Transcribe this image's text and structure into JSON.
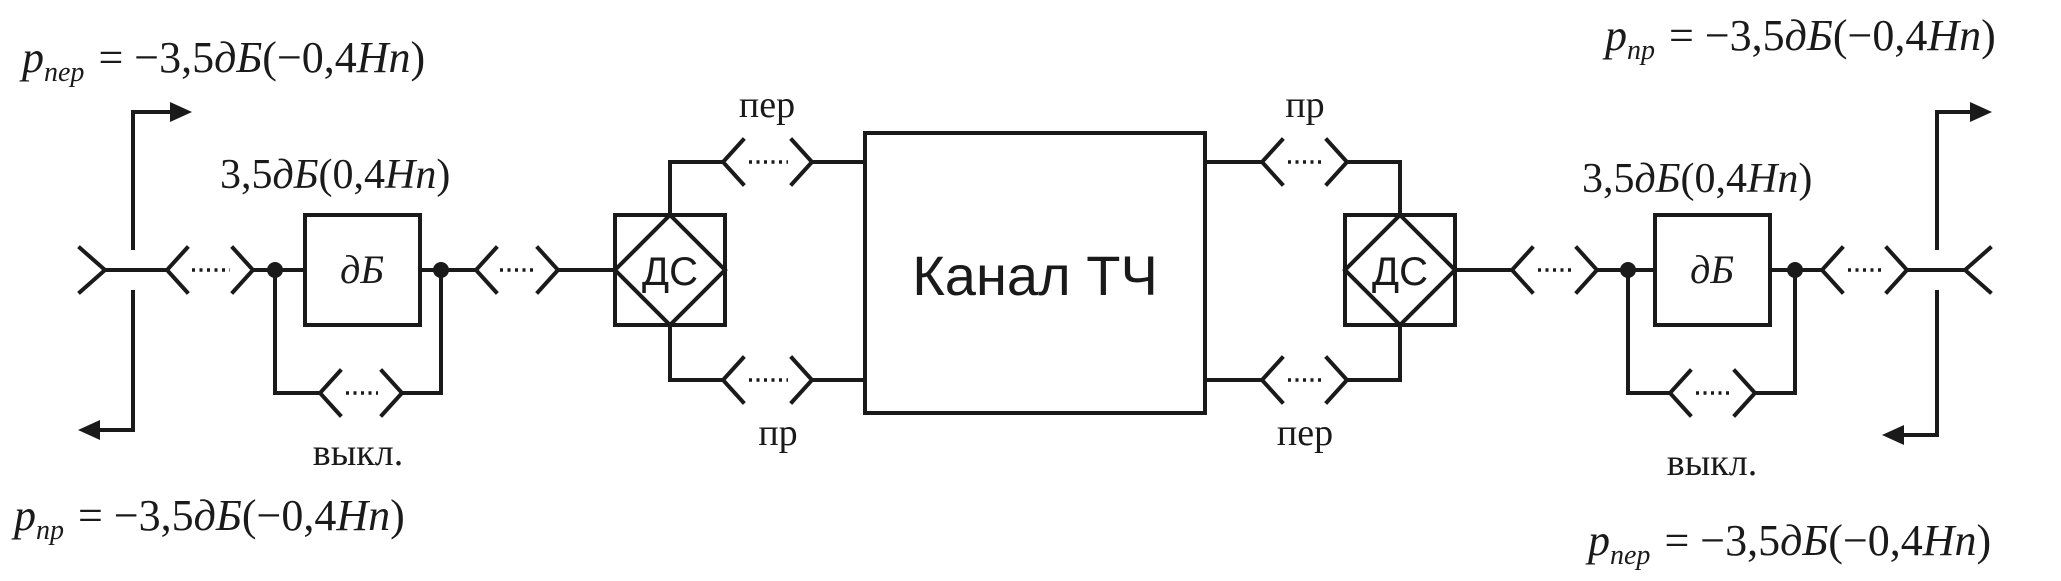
{
  "power": {
    "left_tx_sub": "пер",
    "left_rx_sub": "пр",
    "right_rx_sub": "пр",
    "right_tx_sub": "пер",
    "symbol": "p",
    "level_neg": "= −3,5",
    "unit": "дБ",
    "np_neg": "(−0,4",
    "np_unit": "Нп",
    "np_close": ")"
  },
  "attenuator": {
    "value": "3,5",
    "unit": "дБ",
    "np_open": "(0,4",
    "np_unit": "Нп",
    "np_close": ")",
    "box_label": "дБ",
    "bypass_label": "выкл."
  },
  "hybrid": {
    "label": "ДС"
  },
  "channel": {
    "label": "Канал ТЧ"
  },
  "ports": {
    "left_top": "пер",
    "left_bottom": "пр",
    "right_top": "пр",
    "right_bottom": "пер"
  }
}
